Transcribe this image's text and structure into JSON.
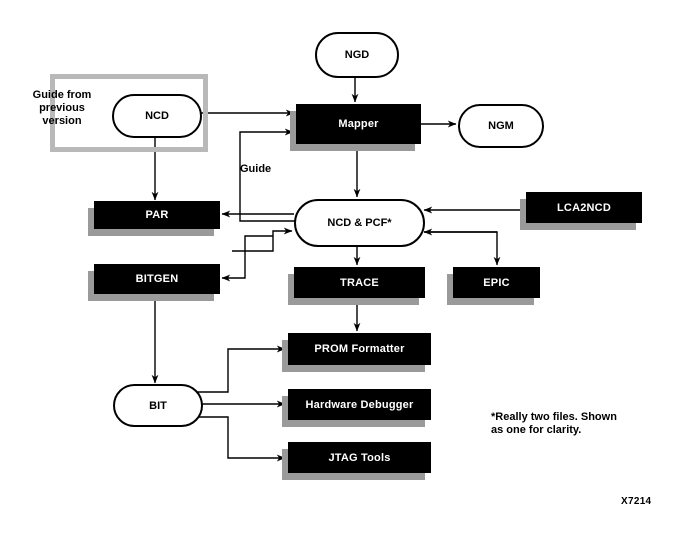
{
  "figure": {
    "id_label": "X7214",
    "footnote": "*Really two files. Shown\nas one for clarity.",
    "guide_group_label": "Guide from\nprevious\nversion",
    "guide_edge_label": "Guide",
    "colors": {
      "process_fill": "#000000",
      "process_text": "#ffffff",
      "data_fill": "#ffffff",
      "data_text": "#000000",
      "shadow": "#9a9a9a",
      "group_frame": "#b9b9b9",
      "line": "#000000",
      "background": "#ffffff"
    }
  },
  "nodes": {
    "ngd": {
      "label": "NGD",
      "type": "data"
    },
    "ncd_in": {
      "label": "NCD",
      "type": "data"
    },
    "mapper": {
      "label": "Mapper",
      "type": "process"
    },
    "ngm": {
      "label": "NGM",
      "type": "data"
    },
    "par": {
      "label": "PAR",
      "type": "process"
    },
    "ncd_pcf": {
      "label": "NCD & PCF*",
      "type": "data"
    },
    "lca2ncd": {
      "label": "LCA2NCD",
      "type": "process"
    },
    "bitgen": {
      "label": "BITGEN",
      "type": "process"
    },
    "trace": {
      "label": "TRACE",
      "type": "process"
    },
    "epic": {
      "label": "EPIC",
      "type": "process"
    },
    "bit": {
      "label": "BIT",
      "type": "data"
    },
    "prom": {
      "label": "PROM Formatter",
      "type": "process"
    },
    "hwdbg": {
      "label": "Hardware Debugger",
      "type": "process"
    },
    "jtag": {
      "label": "JTAG Tools",
      "type": "process"
    }
  },
  "edges": [
    {
      "from": "ngd",
      "to": "mapper",
      "label": ""
    },
    {
      "from": "ncd_in",
      "to": "mapper",
      "label": ""
    },
    {
      "from": "ncd_in",
      "to": "par",
      "label": ""
    },
    {
      "from": "mapper",
      "to": "ngm",
      "label": ""
    },
    {
      "from": "mapper",
      "to": "ncd_pcf",
      "label": ""
    },
    {
      "from": "ncd_pcf",
      "to": "mapper",
      "label": "Guide"
    },
    {
      "from": "ncd_pcf",
      "to": "par",
      "label": ""
    },
    {
      "from": "par",
      "to": "ncd_pcf",
      "label": ""
    },
    {
      "from": "ncd_pcf",
      "to": "bitgen",
      "label": ""
    },
    {
      "from": "ncd_pcf",
      "to": "trace",
      "label": ""
    },
    {
      "from": "ncd_pcf",
      "to": "epic",
      "label": ""
    },
    {
      "from": "epic",
      "to": "ncd_pcf",
      "label": ""
    },
    {
      "from": "lca2ncd",
      "to": "ncd_pcf",
      "label": ""
    },
    {
      "from": "bitgen",
      "to": "bit",
      "label": ""
    },
    {
      "from": "trace",
      "to": "prom",
      "label": ""
    },
    {
      "from": "bit",
      "to": "prom",
      "label": ""
    },
    {
      "from": "bit",
      "to": "hwdbg",
      "label": ""
    },
    {
      "from": "bit",
      "to": "jtag",
      "label": ""
    }
  ]
}
